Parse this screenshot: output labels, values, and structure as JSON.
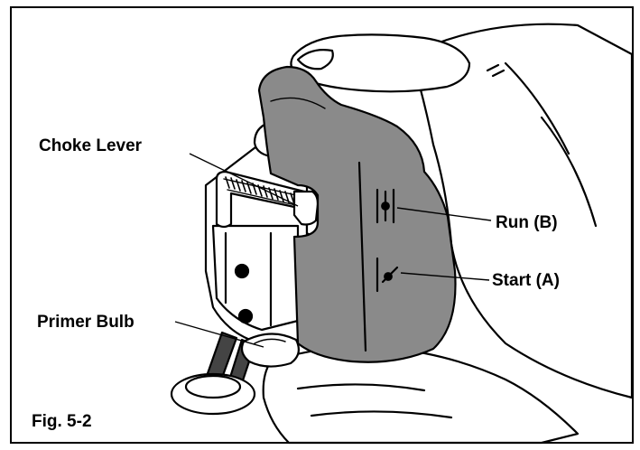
{
  "figure": {
    "fig_label": "Fig. 5-2",
    "callouts": {
      "choke_lever": "Choke Lever",
      "primer_bulb": "Primer Bulb",
      "run": "Run (B)",
      "start": "Start (A)"
    }
  },
  "colors": {
    "body_gray": "#8a8a8a",
    "outline": "#000000",
    "background": "#ffffff"
  }
}
